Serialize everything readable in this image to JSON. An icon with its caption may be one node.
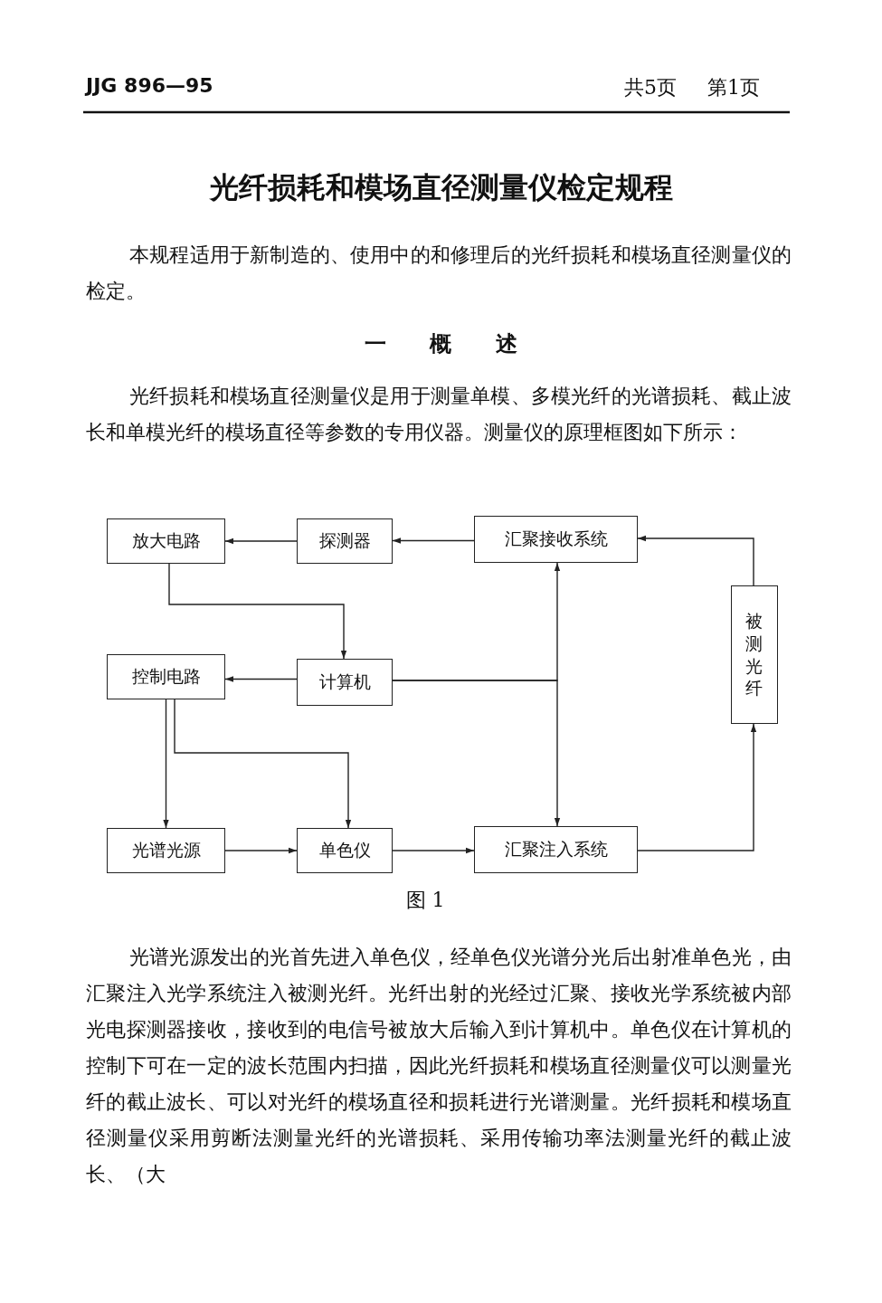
{
  "diagram": {
    "title": "光纤损耗和模场直径测量仪检定规程",
    "caption": "图 1",
    "nodes": [
      {
        "text": [
          "放大电路"
        ]
      },
      {
        "text": [
          "探测器"
        ]
      },
      {
        "text": [
          "汇聚接收系统"
        ]
      },
      {
        "text": [
          "被测光纤"
        ]
      },
      {
        "text": [
          "控制电路"
        ]
      },
      {
        "text": [
          "计算机"
        ]
      },
      {
        "text": [
          "光谱光源"
        ]
      },
      {
        "text": [
          "单色仪"
        ]
      },
      {
        "text": [
          "汇聚注入系统"
        ]
      }
    ],
    "edges": [
      {
        "from": 1,
        "to": 0,
        "arrow": "to"
      },
      {
        "from": 2,
        "to": 1,
        "arrow": "to"
      },
      {
        "from": 3,
        "to": 2,
        "arrow": "to"
      },
      {
        "from": 0,
        "to": 5,
        "arrow": "to"
      },
      {
        "from": 5,
        "to": 4,
        "arrow": "to"
      },
      {
        "from": 5,
        "to": 2,
        "arrow": "to"
      },
      {
        "from": 5,
        "to": 8,
        "arrow": "to"
      },
      {
        "from": 4,
        "to": 6,
        "arrow": "to"
      },
      {
        "from": 4,
        "to": 7,
        "arrow": "to"
      },
      {
        "from": 6,
        "to": 7,
        "arrow": "to"
      },
      {
        "from": 7,
        "to": 8,
        "arrow": "to"
      },
      {
        "from": 8,
        "to": 3,
        "arrow": "to"
      }
    ],
    "labels": [
      "JJG 896—95",
      "共5页",
      "第1页",
      "本规程适用于新制造的、使用中的和修理后的光纤损耗和模场直径测量仪的检定。",
      "一 概 述",
      "光纤损耗和模场直径测量仪是用于测量单模、多模光纤的光谱损耗、截止波长和单模光纤的模场直径等参数的专用仪器。测量仪的原理框图如下所示：",
      "光谱光源发出的光首先进入单色仪，经单色仪光谱分光后出射准单色光，由汇聚注入光学系统注入被测光纤。光纤出射的光经过汇聚、接收光学系统被内部光电探测器接收，接收到的电信号被放大后输入到计算机中。单色仪在计算机的控制下可在一定的波长范围内扫描，因此光纤损耗和模场直径测量仪可以测量光纤的截止波长、可以对光纤的模场直径和损耗进行光谱测量。光纤损耗和模场直径测量仪采用剪断法测量光纤的光谱损耗、采用传输功率法测量光纤的截止波长、（大"
    ]
  }
}
